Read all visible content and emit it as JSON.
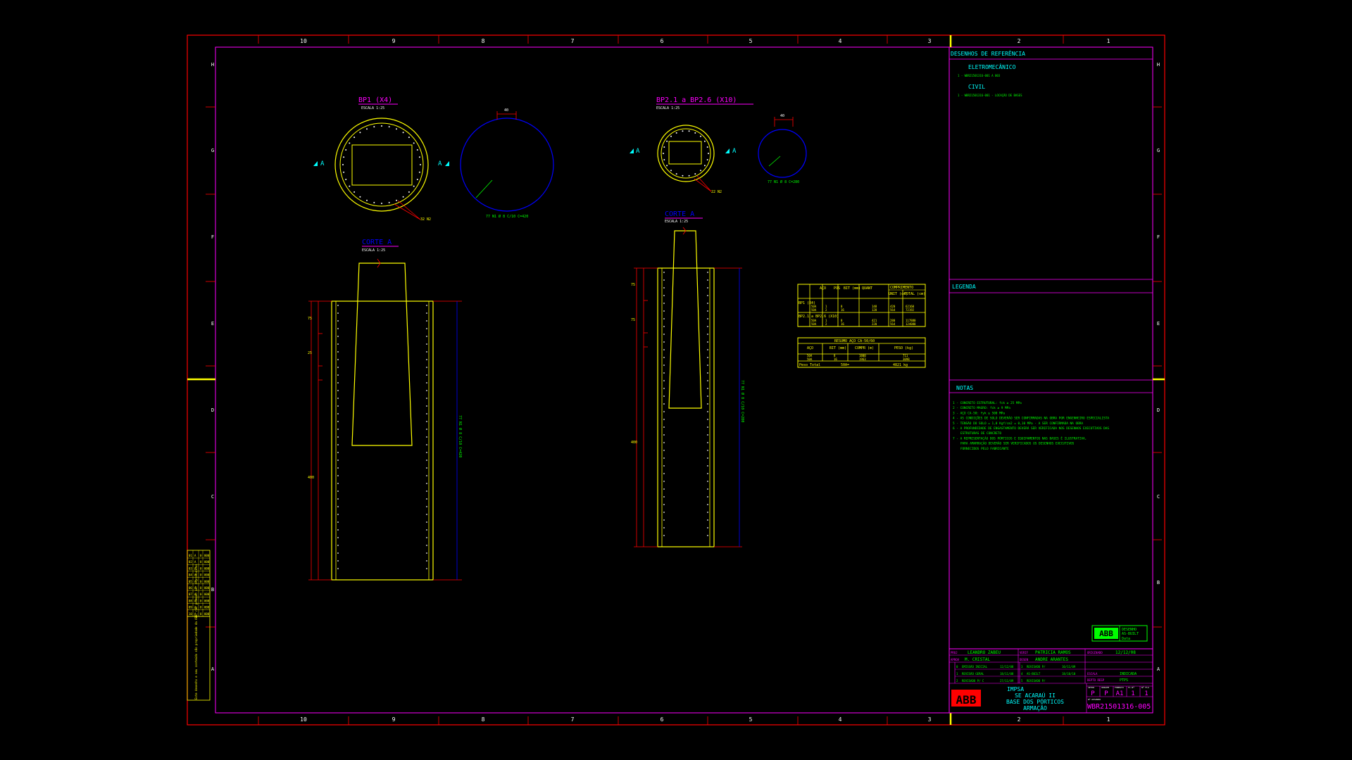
{
  "colors": {
    "background": "#000000",
    "frame": "#ff0000",
    "inner_frame": "#ff00ff",
    "ref": "#ffffff",
    "yellow": "#ffff00",
    "cyan": "#00ffff",
    "green": "#00ff00",
    "blue": "#0000ff",
    "red": "#ff0000",
    "magenta": "#ff00ff"
  },
  "grid": {
    "top_columns": [
      "10",
      "9",
      "8",
      "7",
      "6",
      "5",
      "4",
      "3",
      "2",
      "1"
    ],
    "bottom_columns": [
      "10",
      "9",
      "8",
      "7",
      "6",
      "5",
      "4",
      "3",
      "2",
      "1"
    ],
    "rows": [
      "H",
      "G",
      "F",
      "E",
      "D",
      "C",
      "B",
      "A"
    ]
  },
  "view_bp1": {
    "title": "BP1 (X4)",
    "scale": "ESCALA 1:25",
    "section_marker": "A",
    "bar_label": "32 N2",
    "ring_note": "77 N1 Ø 8 C/10 C=420",
    "dim_top": "40"
  },
  "view_bp2": {
    "title": "BP2.1 a BP2.6 (X10)",
    "scale": "ESCALA 1:25",
    "section_marker": "A",
    "bar_label": "22 N2",
    "ring_note": "77 N1 Ø 8 C=280",
    "dim_top": "40"
  },
  "section_1": {
    "title": "CORTE A",
    "scale": "ESCALA 1:25",
    "dims": [
      "75",
      "25",
      "400"
    ],
    "right_note": "77 N1 Ø 8 C/10 C=420"
  },
  "section_2": {
    "title": "CORTE A",
    "scale": "ESCALA 1:25",
    "dims": [
      "75",
      "75",
      "400"
    ],
    "right_note": "77 N1 Ø 8 C/10 C=280"
  },
  "table_bars": {
    "headers": [
      "AÇO",
      "POS",
      "BIT (mm)",
      "QUANT",
      "COMPRIMENTO"
    ],
    "sub_headers": [
      "UNIT (cm)",
      "TOTAL (cm)"
    ],
    "groups": [
      {
        "label": "BP1 (X4)",
        "rows": [
          [
            "50A",
            "1",
            "8",
            "148",
            "420",
            "62160"
          ],
          [
            "50A",
            "2",
            "16",
            "128",
            "564",
            "72192"
          ]
        ]
      },
      {
        "label": "BP2.1 a BP2.6 (X10)",
        "rows": [
          [
            "50A",
            "1",
            "8",
            "421",
            "280",
            "117880"
          ],
          [
            "50A",
            "2",
            "16",
            "220",
            "564",
            "124080"
          ]
        ]
      }
    ]
  },
  "table_summary": {
    "title": "RESUMO AÇO CA-50/60",
    "headers": [
      "AÇO",
      "BIT (mm)",
      "COMPR (m)",
      "PESO (kg)"
    ],
    "rows": [
      [
        "50A",
        "8",
        "1800",
        "711"
      ],
      [
        "50A",
        "16",
        "1963",
        "3098"
      ]
    ],
    "total_label": "Peso Total",
    "total_steel": "50A=",
    "total_value": "4821 kg"
  },
  "revision_mini": {
    "rows": [
      [
        "01",
        "A",
        "0",
        "000"
      ],
      [
        "02",
        "A",
        "0",
        "000"
      ],
      [
        "03",
        "A",
        "0",
        "000"
      ],
      [
        "04",
        "A",
        "0",
        "000"
      ],
      [
        "05",
        "A",
        "0",
        "000"
      ],
      [
        "06",
        "A",
        "0",
        "000"
      ],
      [
        "07",
        "A",
        "0",
        "000"
      ],
      [
        "08",
        "A",
        "0",
        "000"
      ],
      [
        "09",
        "A",
        "0",
        "000"
      ],
      [
        "10",
        "A",
        "0",
        "000"
      ]
    ],
    "note": "Este desenho e seu conteúdo são propriedade da ABB, não podendo ser reproduzidos"
  },
  "right_panel": {
    "references_title": "DESENHOS DE REFERÊNCIA",
    "electro_title": "ELETROMECÂNICO",
    "electro_item": "1 - WBR21501316-001 A 003",
    "civil_title": "CIVIL",
    "civil_item": "1 - WBR21501316-001 - LOCAÇÃO DE BASES",
    "legend_title": "LEGENDA",
    "notes_title": "NOTAS",
    "notes": [
      "1 - CONCRETO ESTRUTURAL: fck ≥ 25 MPa",
      "2 - CONCRETO MAGRO: fck ≥ 9 MPa",
      "3 - AÇO CA-50: fyk ≥ 500 MPa",
      "4 - AS CONDIÇÕES DE SOLO DEVERÃO SER CONFIRMADAS NA OBRA POR ENGENHEIRO ESPECIALISTA",
      "5 - TENSÃO DO SOLO = 1,0 Kgf/cm2 = 0,10 MPa - A SER CONFIRMADA NA OBRA",
      "6 - A PROFUNDIDADE DE ENGASTAMENTO DEVERÁ SER VERIFICADA NOS DESENHOS EXECUTIVOS DAS",
      "ESTRUTURAS DE CONCRETO",
      "7 - A REPRESENTAÇÃO DOS PÓRTICOS E EQUIPAMENTOS NAS BASES É ILUSTRATIVA,",
      "PARA AMARRAÇÃO DEVERÃO SER VERIFICADOS OS DESENHOS EXECUTIVOS",
      "FORNECIDOS PELO FABRICANTE"
    ]
  },
  "stamp": {
    "logo": "ABB",
    "lines": [
      "DESENHO",
      "AS-BUILT",
      "Data"
    ]
  },
  "title_block": {
    "proj_label": "PROJ",
    "proj": "LEANDRO ZABEU",
    "verif_label": "VERIF",
    "verif": "PATRICIA RAMOS",
    "orig_label": "ORIGINADO",
    "orig_date": "12/12/08",
    "aprov_label": "APROV",
    "aprov": "M. CRISTAL",
    "desen_label": "DESEN",
    "desen": "ANDRE ARANTES",
    "revisions_left": [
      [
        "0",
        "EMISSÃO INICIAL",
        "12/12/08"
      ],
      [
        "1",
        "REVISÃO GERAL",
        "18/11/08"
      ],
      [
        "2",
        "REVISADO P/ C",
        "27/11/09"
      ]
    ],
    "revisions_right": [
      [
        "3",
        "REVISADO P/",
        "10/11/09"
      ],
      [
        "4",
        "AS-BUILT",
        "18/10/10"
      ],
      [
        "5",
        "REVISADO P/",
        ""
      ]
    ],
    "escala_label": "ESCALA",
    "escala": "INDICADA",
    "depto_label": "DEPTO RESP",
    "depto": "PTPS",
    "logo": "ABB",
    "client": "IMPSA",
    "title_lines": [
      "SE ACARAÚ II",
      "BASE DOS PÓRTICOS",
      "ARMAÇÃO"
    ],
    "meta_headers": [
      "SETOR",
      "ORIGEM",
      "FORMATO",
      "FL.Nº",
      "Nº FLS"
    ],
    "meta_values": [
      "P",
      "P",
      "A1",
      "1",
      "1"
    ],
    "number_label": "Nº DESENHO",
    "number": "WBR21501316-005"
  }
}
